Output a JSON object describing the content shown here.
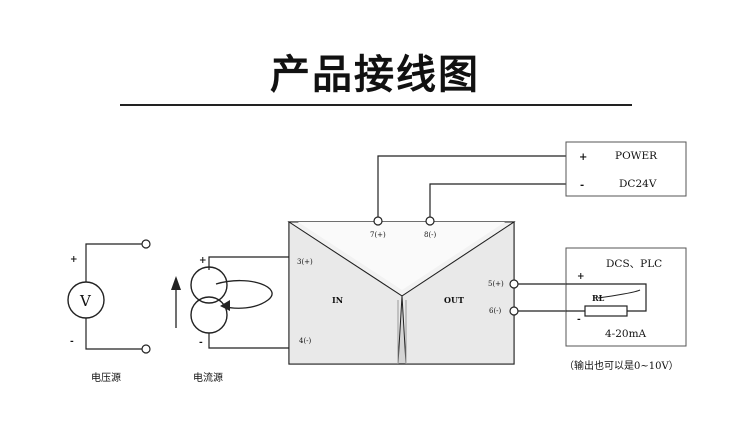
{
  "header": {
    "title": "产品接线图"
  },
  "power": {
    "plus": "+",
    "minus": "-",
    "label1": "POWER",
    "label2": "DC24V"
  },
  "top_terminals": {
    "t7": "7(+)",
    "t8": "8(-)"
  },
  "input": {
    "t3": "3(+)",
    "t4": "4(-)",
    "label": "IN",
    "voltage_source": {
      "symbol": "V",
      "plus": "+",
      "minus": "-",
      "caption": "电压源"
    },
    "current_source": {
      "plus": "+",
      "minus": "-",
      "caption": "电流源"
    }
  },
  "output": {
    "t5": "5(+)",
    "t6": "6(-)",
    "label": "OUT",
    "load_box": {
      "title": "DCS、PLC",
      "plus": "+",
      "minus": "-",
      "rl": "RL",
      "range": "4-20mA"
    },
    "note": "（输出也可以是0~10V）"
  },
  "colors": {
    "line": "#222222",
    "module_fill": "#d4d4d4",
    "module_face": "#eeeeee"
  }
}
